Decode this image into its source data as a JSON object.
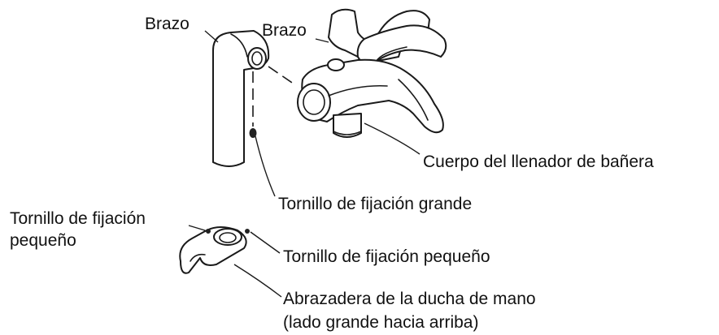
{
  "labels": {
    "arm_left": "Brazo",
    "arm_right": "Brazo",
    "body": "Cuerpo del llenador de bañera",
    "large_screw": "Tornillo de fijación grande",
    "small_screw_left_line1": "Tornillo de fijación",
    "small_screw_left_line2": "pequeño",
    "small_screw_right": "Tornillo de fijación pequeño",
    "clamp_line1": "Abrazadera de la ducha de mano",
    "clamp_line2": "(lado grande hacia arriba)"
  }
}
